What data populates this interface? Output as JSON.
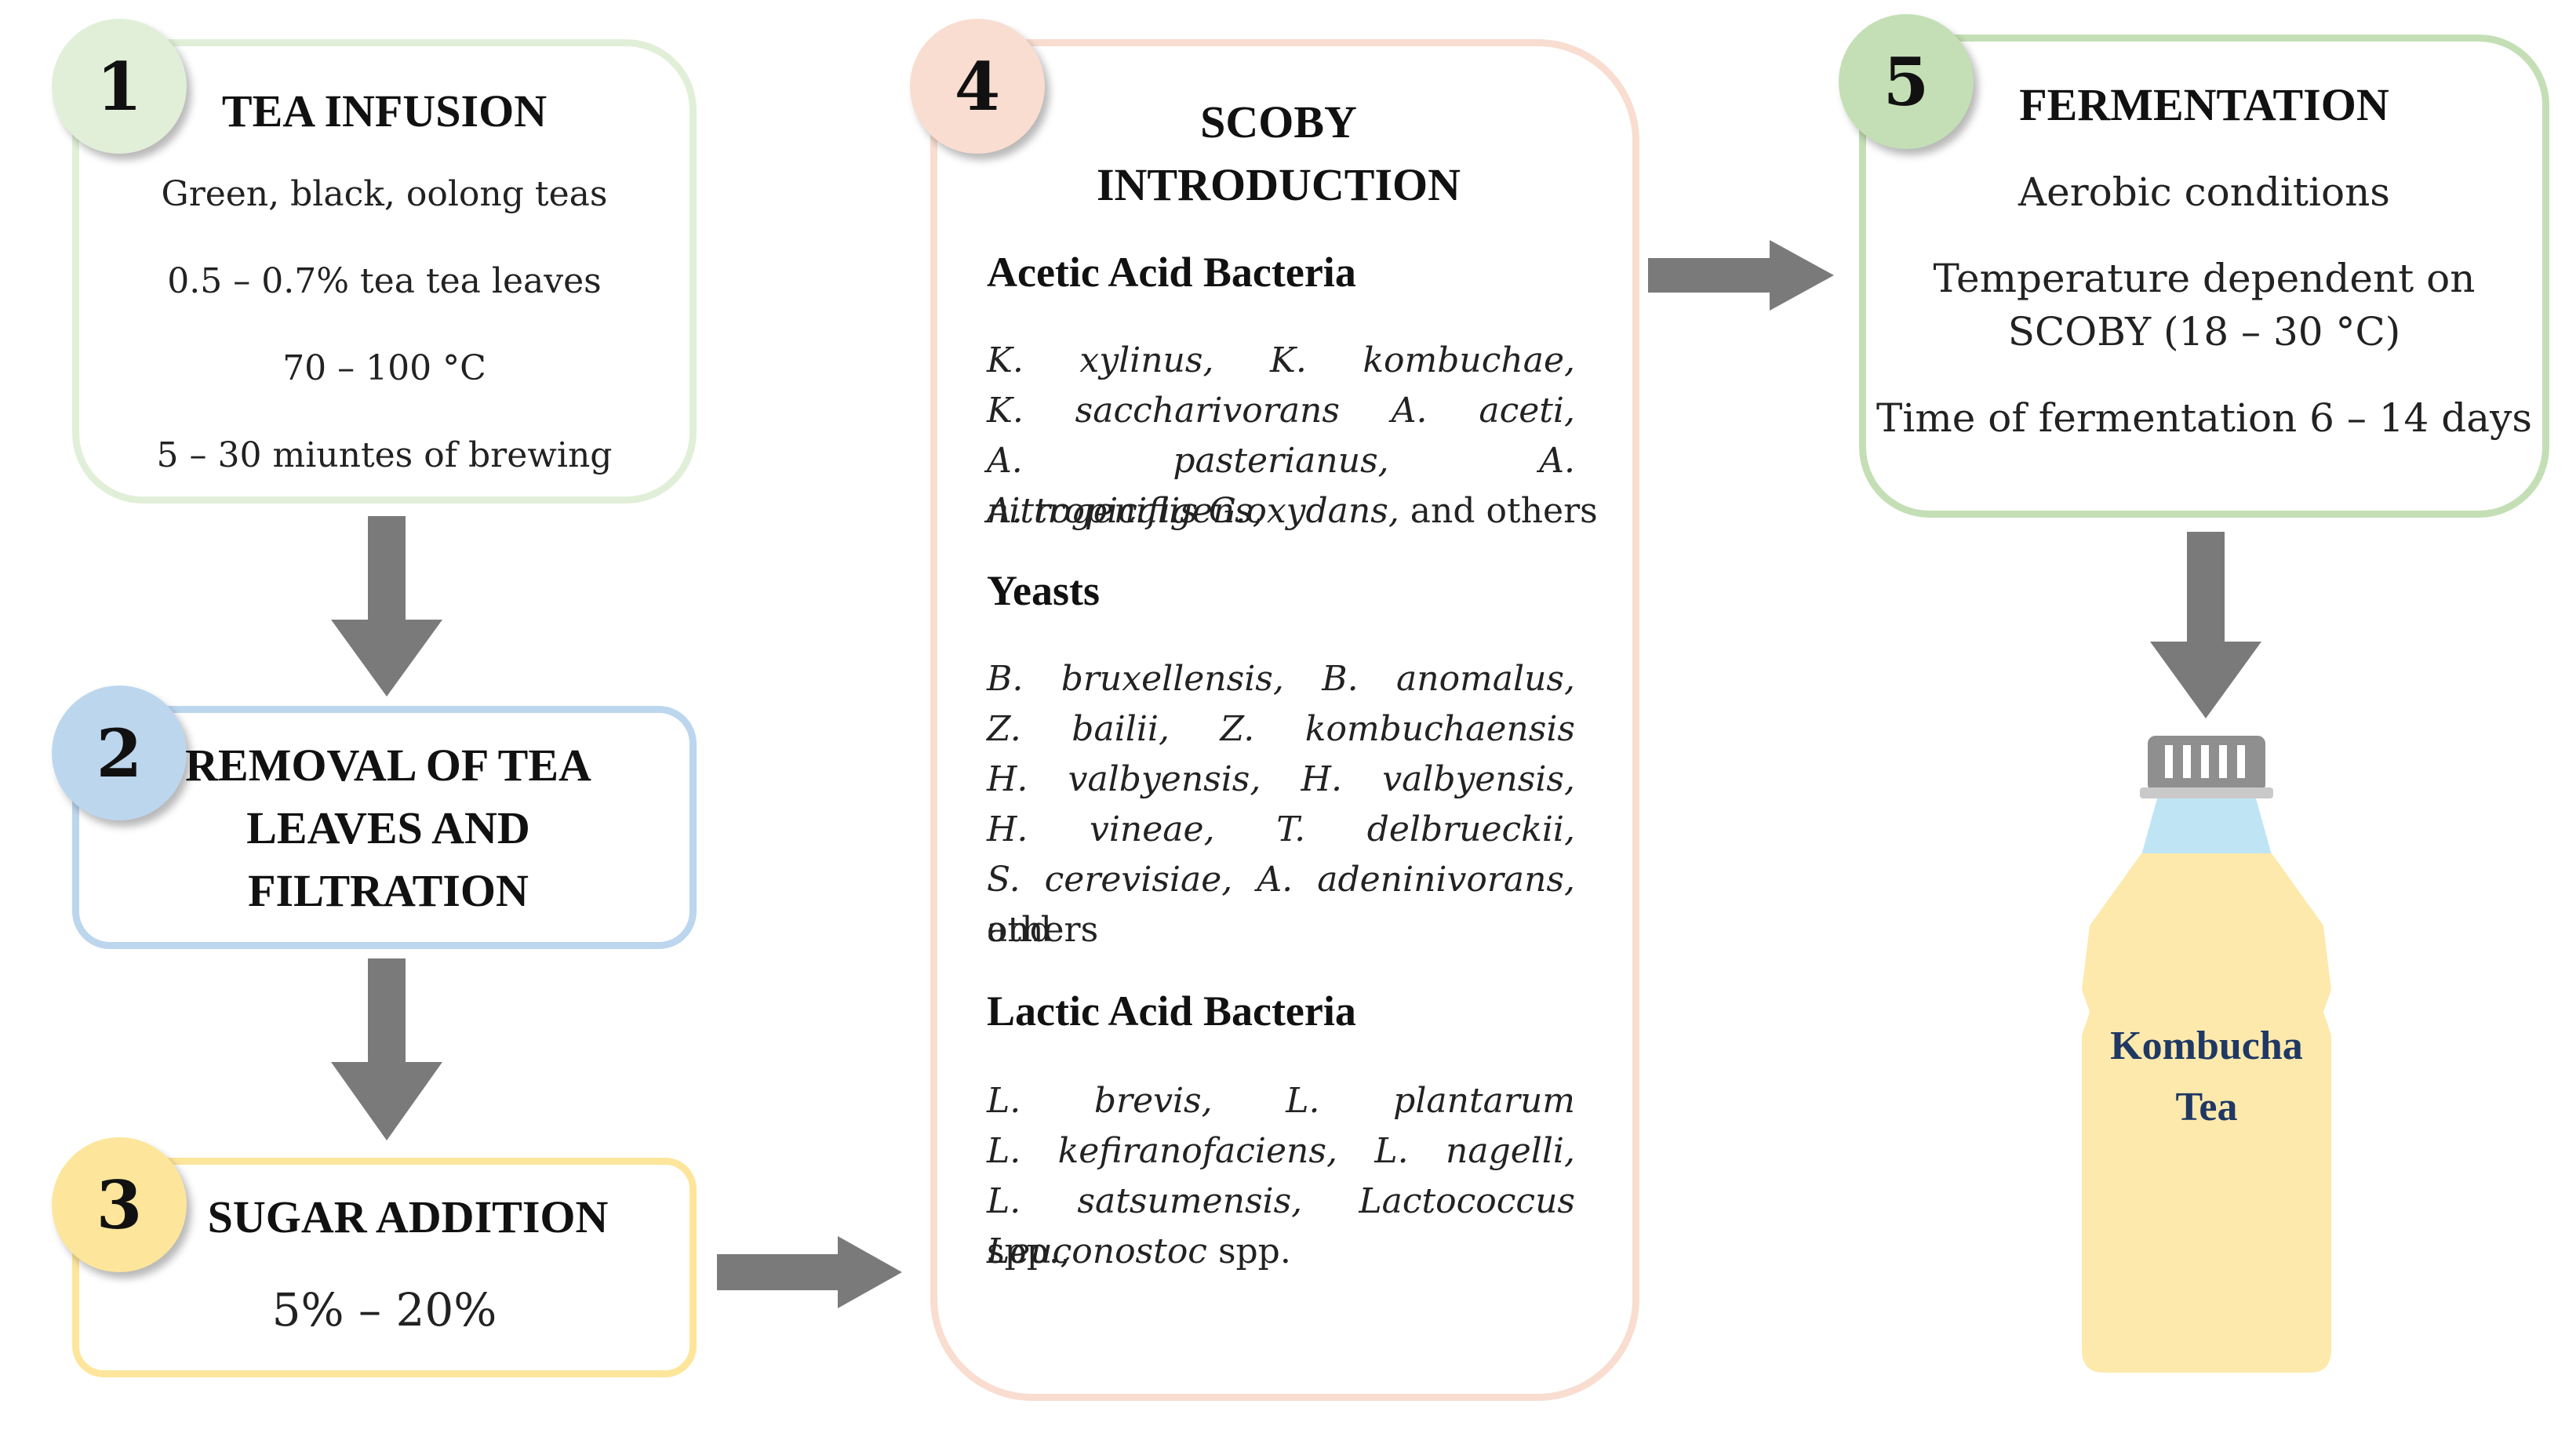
{
  "steps": {
    "s1": {
      "number": "1",
      "title": "TEA INFUSION",
      "lines": [
        "Green, black, oolong teas",
        "0.5 – 0.7% tea tea leaves",
        "70 – 100 °C",
        "5 – 30 miuntes of brewing"
      ]
    },
    "s2": {
      "number": "2",
      "title_lines": [
        "REMOVAL OF TEA",
        "LEAVES AND",
        "FILTRATION"
      ]
    },
    "s3": {
      "number": "3",
      "title": "SUGAR ADDITION",
      "line": "5% – 20%"
    },
    "s4": {
      "number": "4",
      "title_lines": [
        "SCOBY",
        "INTRODUCTION"
      ],
      "acetic": {
        "heading": "Acetic Acid Bacteria",
        "rows": [
          "K. xylinus, K. kombuchae,",
          "K. saccharivorans A. aceti,",
          "A. pasterianus, A. nitrogenifigens,"
        ],
        "last_italic": "A. tropicalis G.oxydans,",
        "last_plain": " and others"
      },
      "yeasts": {
        "heading": "Yeasts",
        "rows": [
          "B. bruxellensis, B. anomalus,",
          "Z. bailii, Z. kombuchaensis",
          "H. valbyensis, H. valbyensis,",
          "H. vineae, T. delbrueckii,"
        ],
        "row5_italic": "S. cerevisiae, A. adeninivorans,",
        "row5_plain": "and",
        "last_plain": "others"
      },
      "lactic": {
        "heading": "Lactic Acid Bacteria",
        "rows": [
          "L. brevis, L. plantarum",
          "L. kefiranofaciens, L. nagelli,"
        ],
        "row3_italic": "L. satsumensis, Lactococcus",
        "row3_plain": "spp.,",
        "row4_italic": "Leuconostoc",
        "row4_plain": " spp."
      }
    },
    "s5": {
      "number": "5",
      "title": "FERMENTATION",
      "lines": [
        "Aerobic conditions",
        "Temperature dependent on",
        "SCOBY (18 – 30 °C)",
        "Time of fermentation 6 – 14 days"
      ]
    },
    "bottle": {
      "label_lines": [
        "Kombucha",
        "Tea"
      ]
    }
  },
  "colors": {
    "green_light": "#e1efd8",
    "blue_light": "#bcd6ee",
    "yellow": "#fde69b",
    "peach": "#f9ddd0",
    "green_mid": "#c4dfb5",
    "arrow": "#7a7a7a",
    "bottle_body": "#fde9ac",
    "bottle_neck": "#bfe5f5",
    "cap": "#8f8f8f",
    "bottle_text": "#1f3864"
  }
}
